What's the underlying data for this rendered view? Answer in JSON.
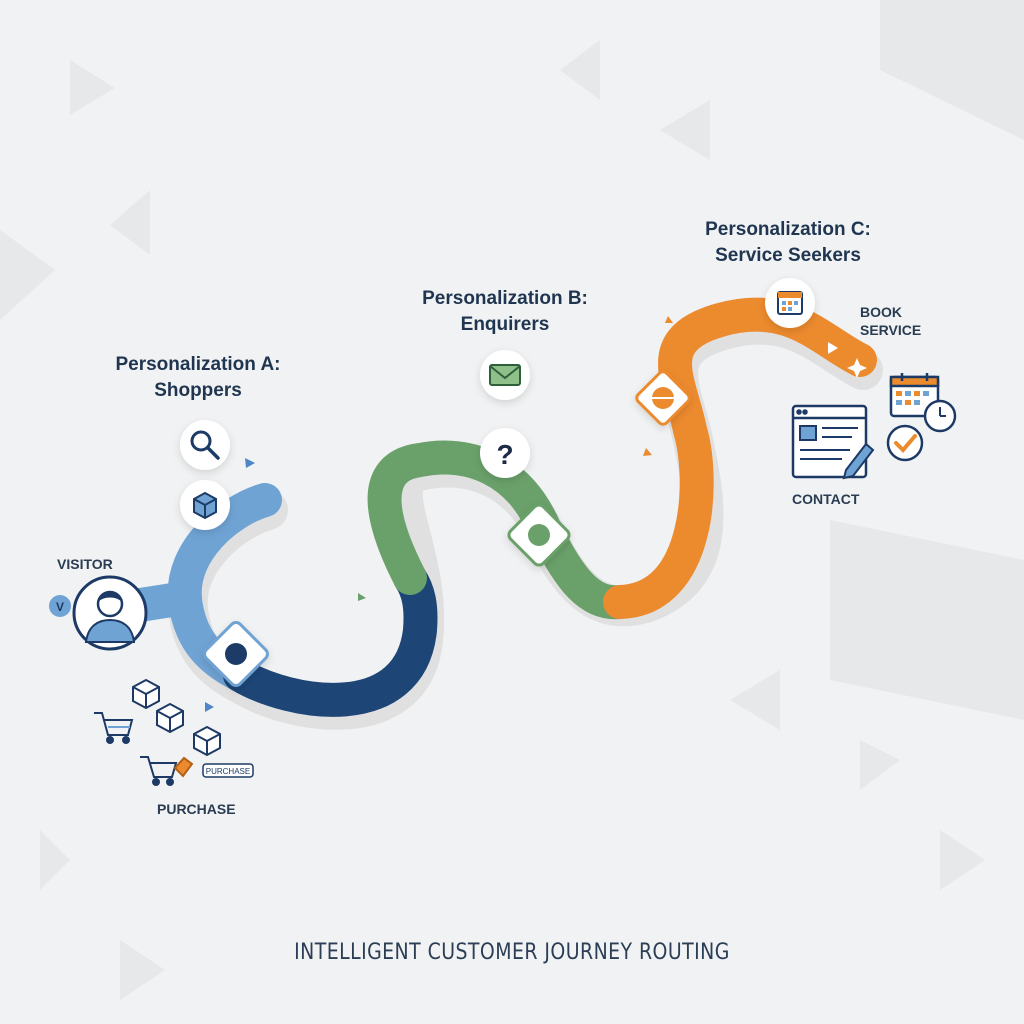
{
  "segments": [
    {
      "heading_line1": "Personalization A:",
      "heading_line2": "Shoppers",
      "color": "#6fa3d4"
    },
    {
      "heading_line1": "Personalization B:",
      "heading_line2": "Enquirers",
      "color": "#6aa06a"
    },
    {
      "heading_line1": "Personalization C:",
      "heading_line2": "Service Seekers",
      "color": "#ec8a2e"
    }
  ],
  "path_colors": {
    "navy": "#1d4677",
    "blue": "#6fa3d4",
    "green": "#6aa06a",
    "orange": "#ec8a2e"
  },
  "labels": {
    "visitor": "VISITOR",
    "visitor_badge": "V",
    "purchase": "PURCHASE",
    "purchase_tag": "PURCHASE",
    "book_line1": "BOOK",
    "book_line2": "SERVICE",
    "contact": "CONTACT"
  },
  "icons": [
    "search-icon",
    "box-icon",
    "envelope-icon",
    "question-icon",
    "calendar-icon",
    "user-icon",
    "cart-icon",
    "form-icon",
    "clock-icon",
    "check-icon"
  ],
  "footer": "INTELLIGENT CUSTOMER JOURNEY ROUTING"
}
